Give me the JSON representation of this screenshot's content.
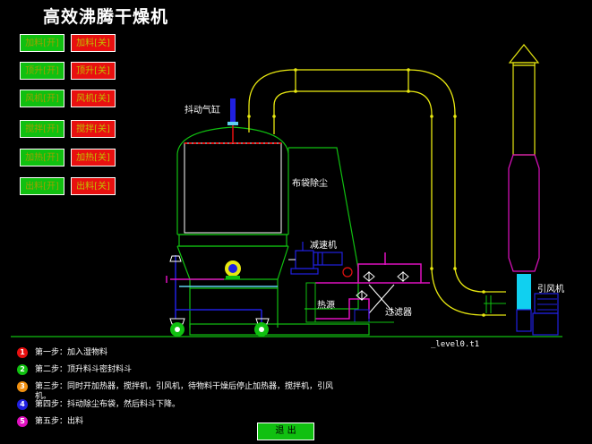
{
  "title": "高效沸腾干燥机",
  "controls": [
    {
      "on": "加料[开]",
      "off": "加料[关]"
    },
    {
      "on": "顶升[开]",
      "off": "顶升[关]"
    },
    {
      "on": "风机[开]",
      "off": "风机[关]"
    },
    {
      "on": "搅拌[开]",
      "off": "搅拌[关]"
    },
    {
      "on": "加热[开]",
      "off": "加热[关]"
    },
    {
      "on": "出料[开]",
      "off": "出料[关]"
    }
  ],
  "diagram": {
    "cylinder": "抖动气缸",
    "dust": "布袋除尘",
    "reducer": "减速机",
    "heat": "热源",
    "filter": "过滤器",
    "fan": "引风机",
    "level": "_level0.t1"
  },
  "steps": [
    {
      "num": "1",
      "color": "#e81010",
      "text": "第一步：加入湿物料"
    },
    {
      "num": "2",
      "color": "#10c010",
      "text": "第二步：顶升料斗密封料斗"
    },
    {
      "num": "3",
      "color": "#f09010",
      "text": "第三步：同时开加热器，搅拌机，引风机，待物料干燥后停止加热器，搅拌机，引风机。"
    },
    {
      "num": "4",
      "color": "#2020e0",
      "text": "第四步：抖动除尘布袋，然后料斗下降。"
    },
    {
      "num": "5",
      "color": "#e010c0",
      "text": "第五步：出料"
    }
  ],
  "exit_label": "退 出"
}
